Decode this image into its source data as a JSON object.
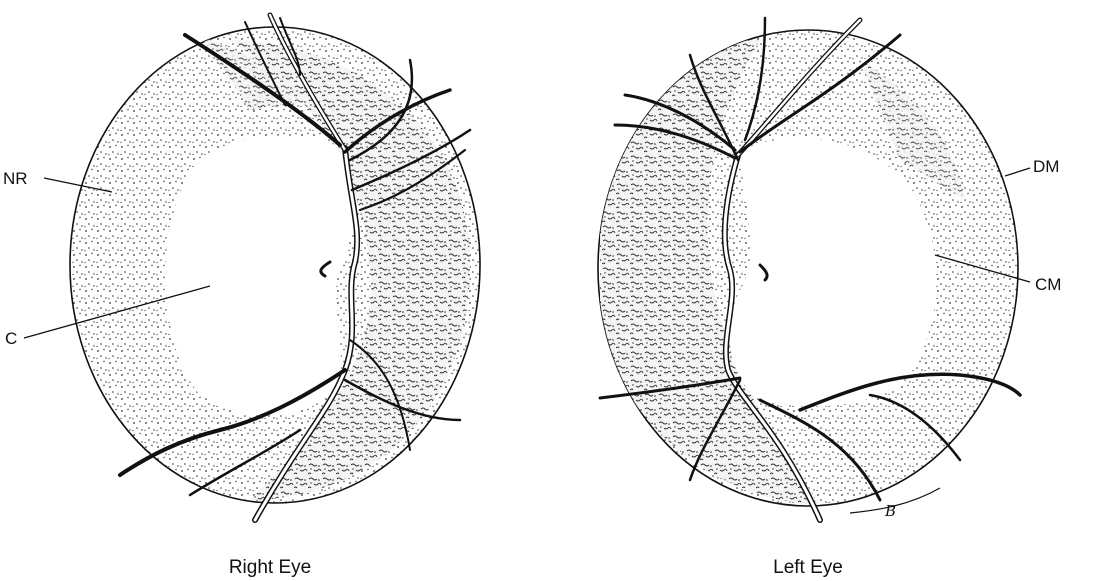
{
  "labels": {
    "nr": "NR",
    "c": "C",
    "dm": "DM",
    "cm": "CM"
  },
  "captions": {
    "right_eye": "Right Eye",
    "left_eye": "Left Eye"
  },
  "artist_signature": "B",
  "colors": {
    "ink": "#111111",
    "paper": "#ffffff"
  }
}
